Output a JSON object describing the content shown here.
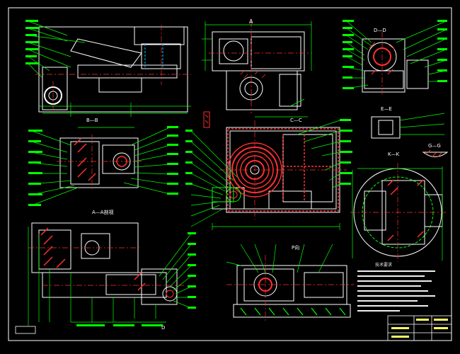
{
  "drawing": {
    "background": "#000000",
    "colors": {
      "border": "#ffffff",
      "outline": "#ffffff",
      "leader": "#00ff00",
      "dimension": "#00ff00",
      "section_hatch": "#ff3030",
      "centerline": "#ff3030",
      "hidden": "#00c8ff",
      "callout": "#ff2a2a"
    },
    "section_labels": {
      "a_a_top": "A",
      "b_b": "B—B",
      "a_a_view": "A—A剖视",
      "c_c": "C—C",
      "d_d": "D—D",
      "e_e": "E—E",
      "g_g": "G—G",
      "k_k": "K—K",
      "p_view": "P向",
      "d_mark": "D"
    },
    "notes_title": "技术要求"
  }
}
